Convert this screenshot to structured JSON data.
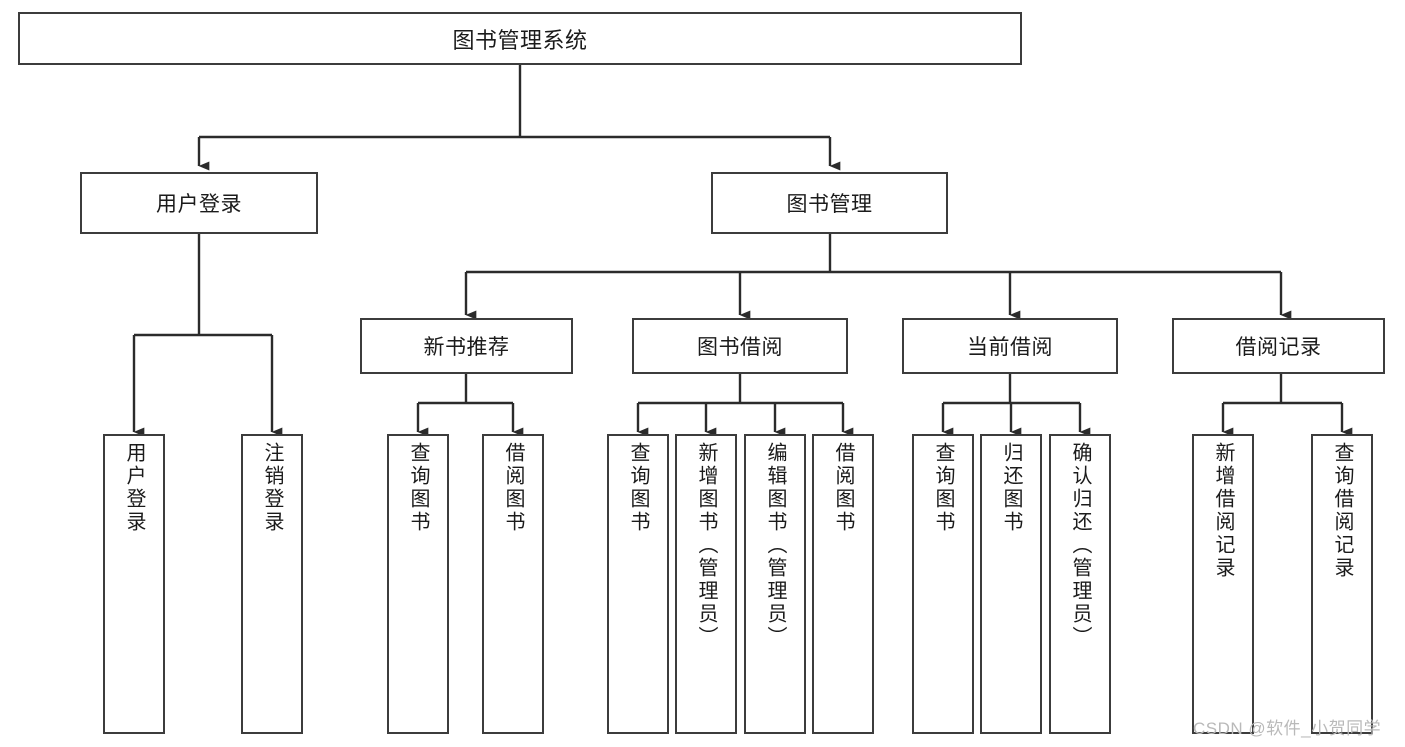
{
  "diagram": {
    "title": "图书管理系统",
    "type": "hierarchy-tree",
    "colors": {
      "box_border": "#3c3c3c",
      "box_fill": "#ffffff",
      "line": "#2b2b2b",
      "text": "#1b1b1b",
      "watermark": "#b9b9b9",
      "background": "#ffffff"
    },
    "root": {
      "label": "图书管理系统"
    },
    "level2": [
      {
        "id": "user-login",
        "label": "用户登录"
      },
      {
        "id": "book-manage",
        "label": "图书管理"
      }
    ],
    "level3": [
      {
        "id": "new-book-recommend",
        "label": "新书推荐",
        "parent": "book-manage"
      },
      {
        "id": "book-borrow",
        "label": "图书借阅",
        "parent": "book-manage"
      },
      {
        "id": "current-borrow",
        "label": "当前借阅",
        "parent": "book-manage"
      },
      {
        "id": "borrow-record",
        "label": "借阅记录",
        "parent": "book-manage"
      }
    ],
    "leaves": {
      "user_login": [
        {
          "id": "leaf-user-login",
          "label": "用户登录"
        },
        {
          "id": "leaf-user-logout",
          "label": "注销登录"
        }
      ],
      "new_book_recommend": [
        {
          "id": "leaf-query-book-1",
          "label": "查询图书"
        },
        {
          "id": "leaf-borrow-book-1",
          "label": "借阅图书"
        }
      ],
      "book_borrow": [
        {
          "id": "leaf-query-book-2",
          "label": "查询图书"
        },
        {
          "id": "leaf-add-book",
          "label": "新增图书（管理员）"
        },
        {
          "id": "leaf-edit-book",
          "label": "编辑图书（管理员）"
        },
        {
          "id": "leaf-borrow-book-2",
          "label": "借阅图书"
        }
      ],
      "current_borrow": [
        {
          "id": "leaf-query-book-3",
          "label": "查询图书"
        },
        {
          "id": "leaf-return-book",
          "label": "归还图书"
        },
        {
          "id": "leaf-confirm-return",
          "label": "确认归还（管理员）"
        }
      ],
      "borrow_record": [
        {
          "id": "leaf-add-record",
          "label": "新增借阅记录"
        },
        {
          "id": "leaf-query-record",
          "label": "查询借阅记录"
        }
      ]
    },
    "watermark": "CSDN @软件_小贺同学"
  }
}
